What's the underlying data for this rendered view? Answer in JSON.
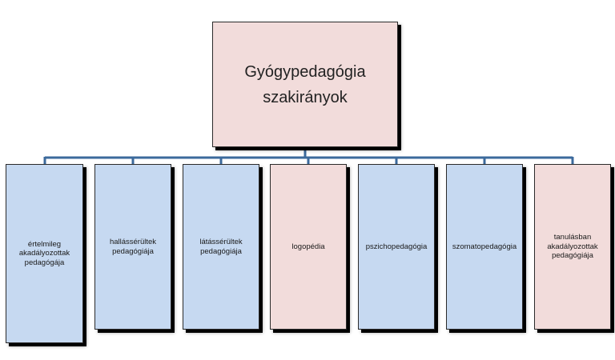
{
  "diagram": {
    "root": {
      "label": "Gyógypedagógia\nszakirányok",
      "color": "#f2dcdb"
    },
    "connector_color": "#3c6a9c",
    "children": [
      {
        "label": "értelmileg\nakadályozottak\npedagógája",
        "color": "#c6d9f1"
      },
      {
        "label": "hallássérültek\npedagógiája",
        "color": "#c6d9f1"
      },
      {
        "label": "látássérültek\npedagógiája",
        "color": "#c6d9f1"
      },
      {
        "label": "logopédia",
        "color": "#f2dcdb"
      },
      {
        "label": "pszichopedagógia",
        "color": "#c6d9f1"
      },
      {
        "label": "szomatopedagógia",
        "color": "#c6d9f1"
      },
      {
        "label": "tanulásban\nakadályozottak\npedagógiája",
        "color": "#f2dcdb"
      }
    ]
  }
}
